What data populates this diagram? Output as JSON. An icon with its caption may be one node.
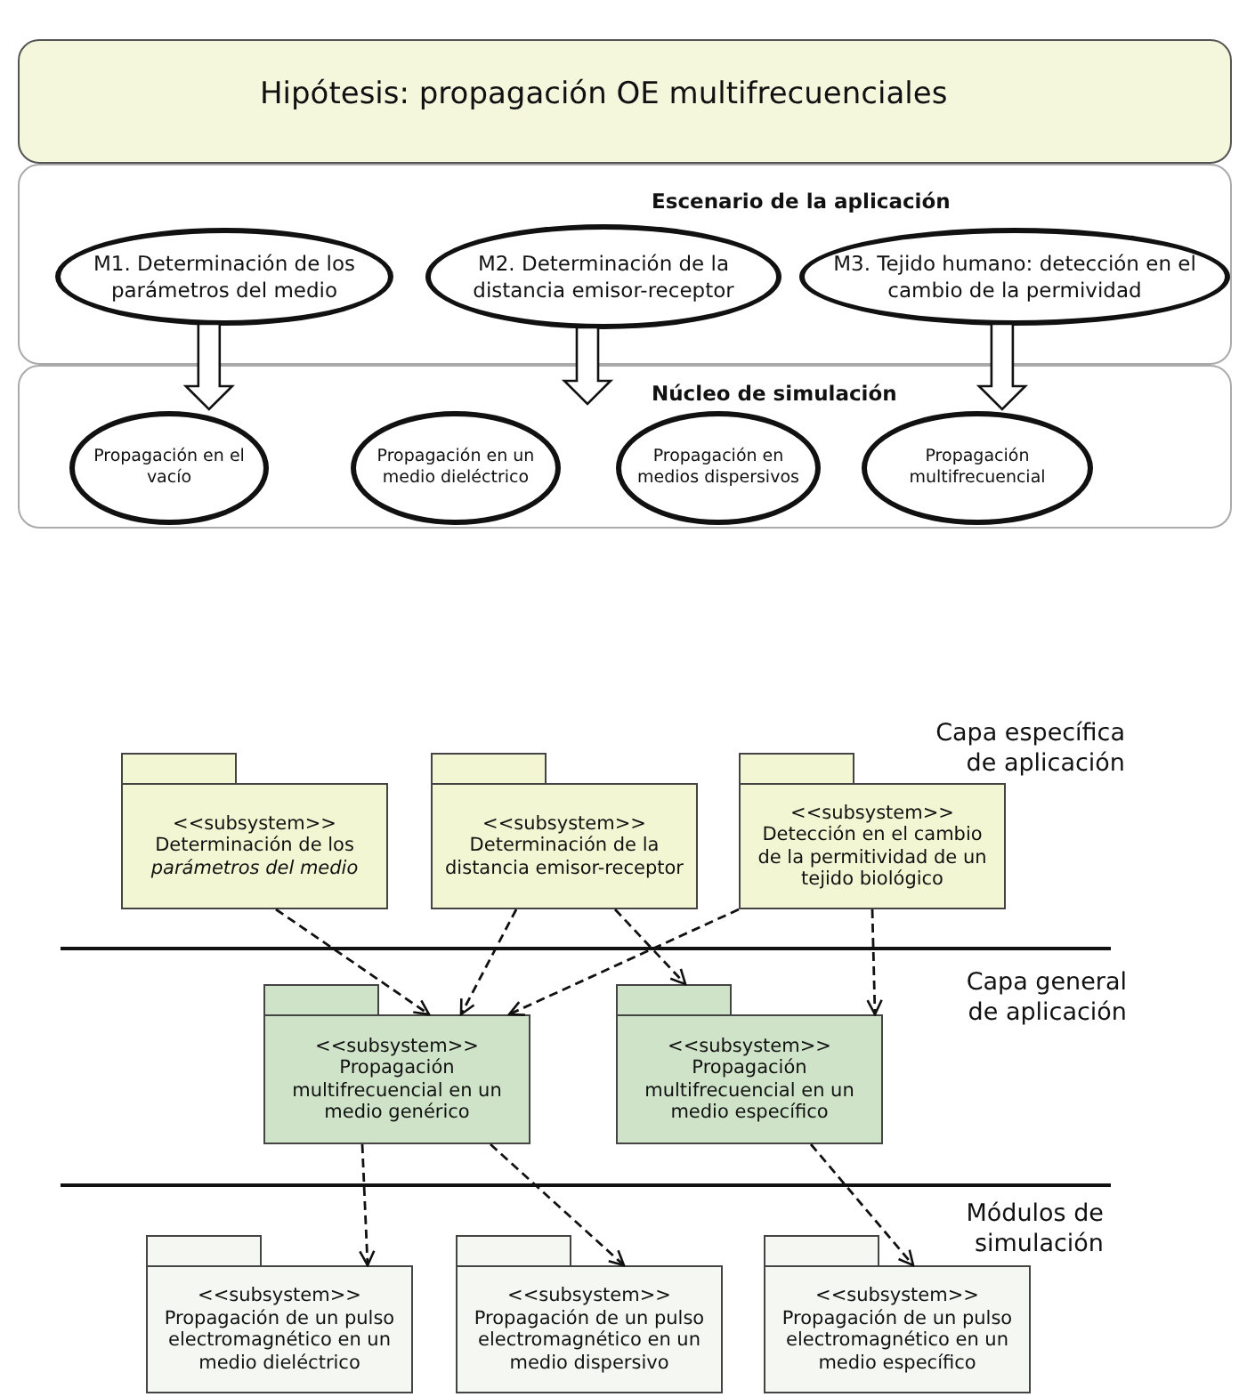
{
  "diagram": {
    "nodes": [
      {
        "text": [
          "Hipótesis: propagación OE multifrecuenciales"
        ]
      },
      {
        "text": [
          "Escenario de la aplicación"
        ]
      },
      {
        "text": [
          "M1. Determinación de los parámetros del medio"
        ],
        "in": 1
      },
      {
        "text": [
          "M2. Determinación de la distancia emisor-receptor"
        ],
        "in": 1
      },
      {
        "text": [
          "M3. Tejido humano: detección en el cambio de la permividad"
        ],
        "in": 1
      },
      {
        "text": [
          "Núcleo de simulación"
        ]
      },
      {
        "text": [
          "Propagación en el vacío"
        ],
        "in": 5
      },
      {
        "text": [
          "Propagación en un medio dieléctrico"
        ],
        "in": 5
      },
      {
        "text": [
          "Propagación en medios dispersivos"
        ],
        "in": 5
      },
      {
        "text": [
          "Propagación multifrecuencial"
        ],
        "in": 5
      },
      {
        "text": [
          "<<subsystem>>",
          "Determinación de los *parámetros del medio*"
        ]
      },
      {
        "text": [
          "<<subsystem>>",
          "Determinación de la distancia emisor-receptor"
        ]
      },
      {
        "text": [
          "<<subsystem>>",
          "Detección en el cambio de la permitividad de un tejido biológico"
        ]
      },
      {
        "text": [
          "<<subsystem>>",
          "Propagación multifrecuencial en un medio genérico"
        ]
      },
      {
        "text": [
          "<<subsystem>>",
          "Propagación multifrecuencial en un medio específico"
        ]
      },
      {
        "text": [
          "<<subsystem>>",
          "Propagación de un pulso electromagnético en un medio dieléctrico"
        ]
      },
      {
        "text": [
          "<<subsystem>>",
          "Propagación de un pulso electromagnético en un medio dispersivo"
        ]
      },
      {
        "text": [
          "<<subsystem>>",
          "Propagación de un pulso electromagnético en un medio específico"
        ]
      }
    ],
    "edges": [
      {
        "from": 2,
        "to": 6,
        "arrow": "to",
        "style": "thick"
      },
      {
        "from": 3,
        "to": 5,
        "arrow": "to",
        "style": "thick"
      },
      {
        "from": 4,
        "to": 9,
        "arrow": "to",
        "style": "thick"
      },
      {
        "from": 10,
        "to": 13,
        "arrow": "to",
        "style": "dashed"
      },
      {
        "from": 11,
        "to": 13,
        "arrow": "to",
        "style": "dashed"
      },
      {
        "from": 11,
        "to": 14,
        "arrow": "to",
        "style": "dashed"
      },
      {
        "from": 12,
        "to": 13,
        "arrow": "to",
        "style": "dashed"
      },
      {
        "from": 12,
        "to": 14,
        "arrow": "to",
        "style": "dashed"
      },
      {
        "from": 13,
        "to": 15,
        "arrow": "to",
        "style": "dashed"
      },
      {
        "from": 13,
        "to": 16,
        "arrow": "to",
        "style": "dashed"
      },
      {
        "from": 14,
        "to": 17,
        "arrow": "to",
        "style": "dashed"
      }
    ],
    "labels": [
      "Capa específica de aplicación",
      "Capa general de aplicación",
      "Módulos de simulación"
    ]
  }
}
